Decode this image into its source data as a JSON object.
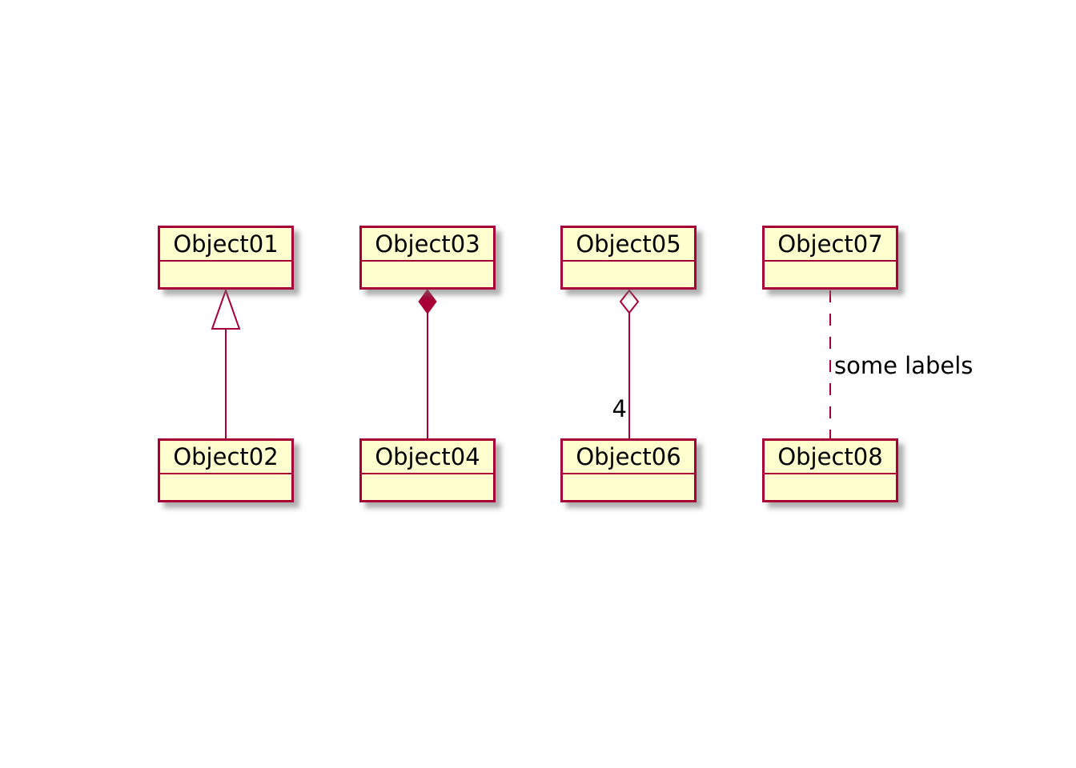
{
  "diagram": {
    "kind": "uml-object-diagram",
    "background": "#FFFFFF",
    "colors": {
      "node_fill": "#FEFECE",
      "node_border": "#A80036",
      "edge_line": "#A80036",
      "label_text": "#000000",
      "shadow": "#6E6E6E"
    },
    "nodes": [
      {
        "label": "Object01"
      },
      {
        "label": "Object02"
      },
      {
        "label": "Object03"
      },
      {
        "label": "Object04"
      },
      {
        "label": "Object05"
      },
      {
        "label": "Object06"
      },
      {
        "label": "Object07"
      },
      {
        "label": "Object08"
      }
    ],
    "edges": [
      {
        "from": "Object02",
        "to": "Object01",
        "type": "extension",
        "label": ""
      },
      {
        "from": "Object04",
        "to": "Object03",
        "type": "composition",
        "label": ""
      },
      {
        "from": "Object06",
        "to": "Object05",
        "type": "aggregation",
        "label": "4"
      },
      {
        "from": "Object08",
        "to": "Object07",
        "type": "dashed",
        "label": "some labels"
      }
    ]
  }
}
